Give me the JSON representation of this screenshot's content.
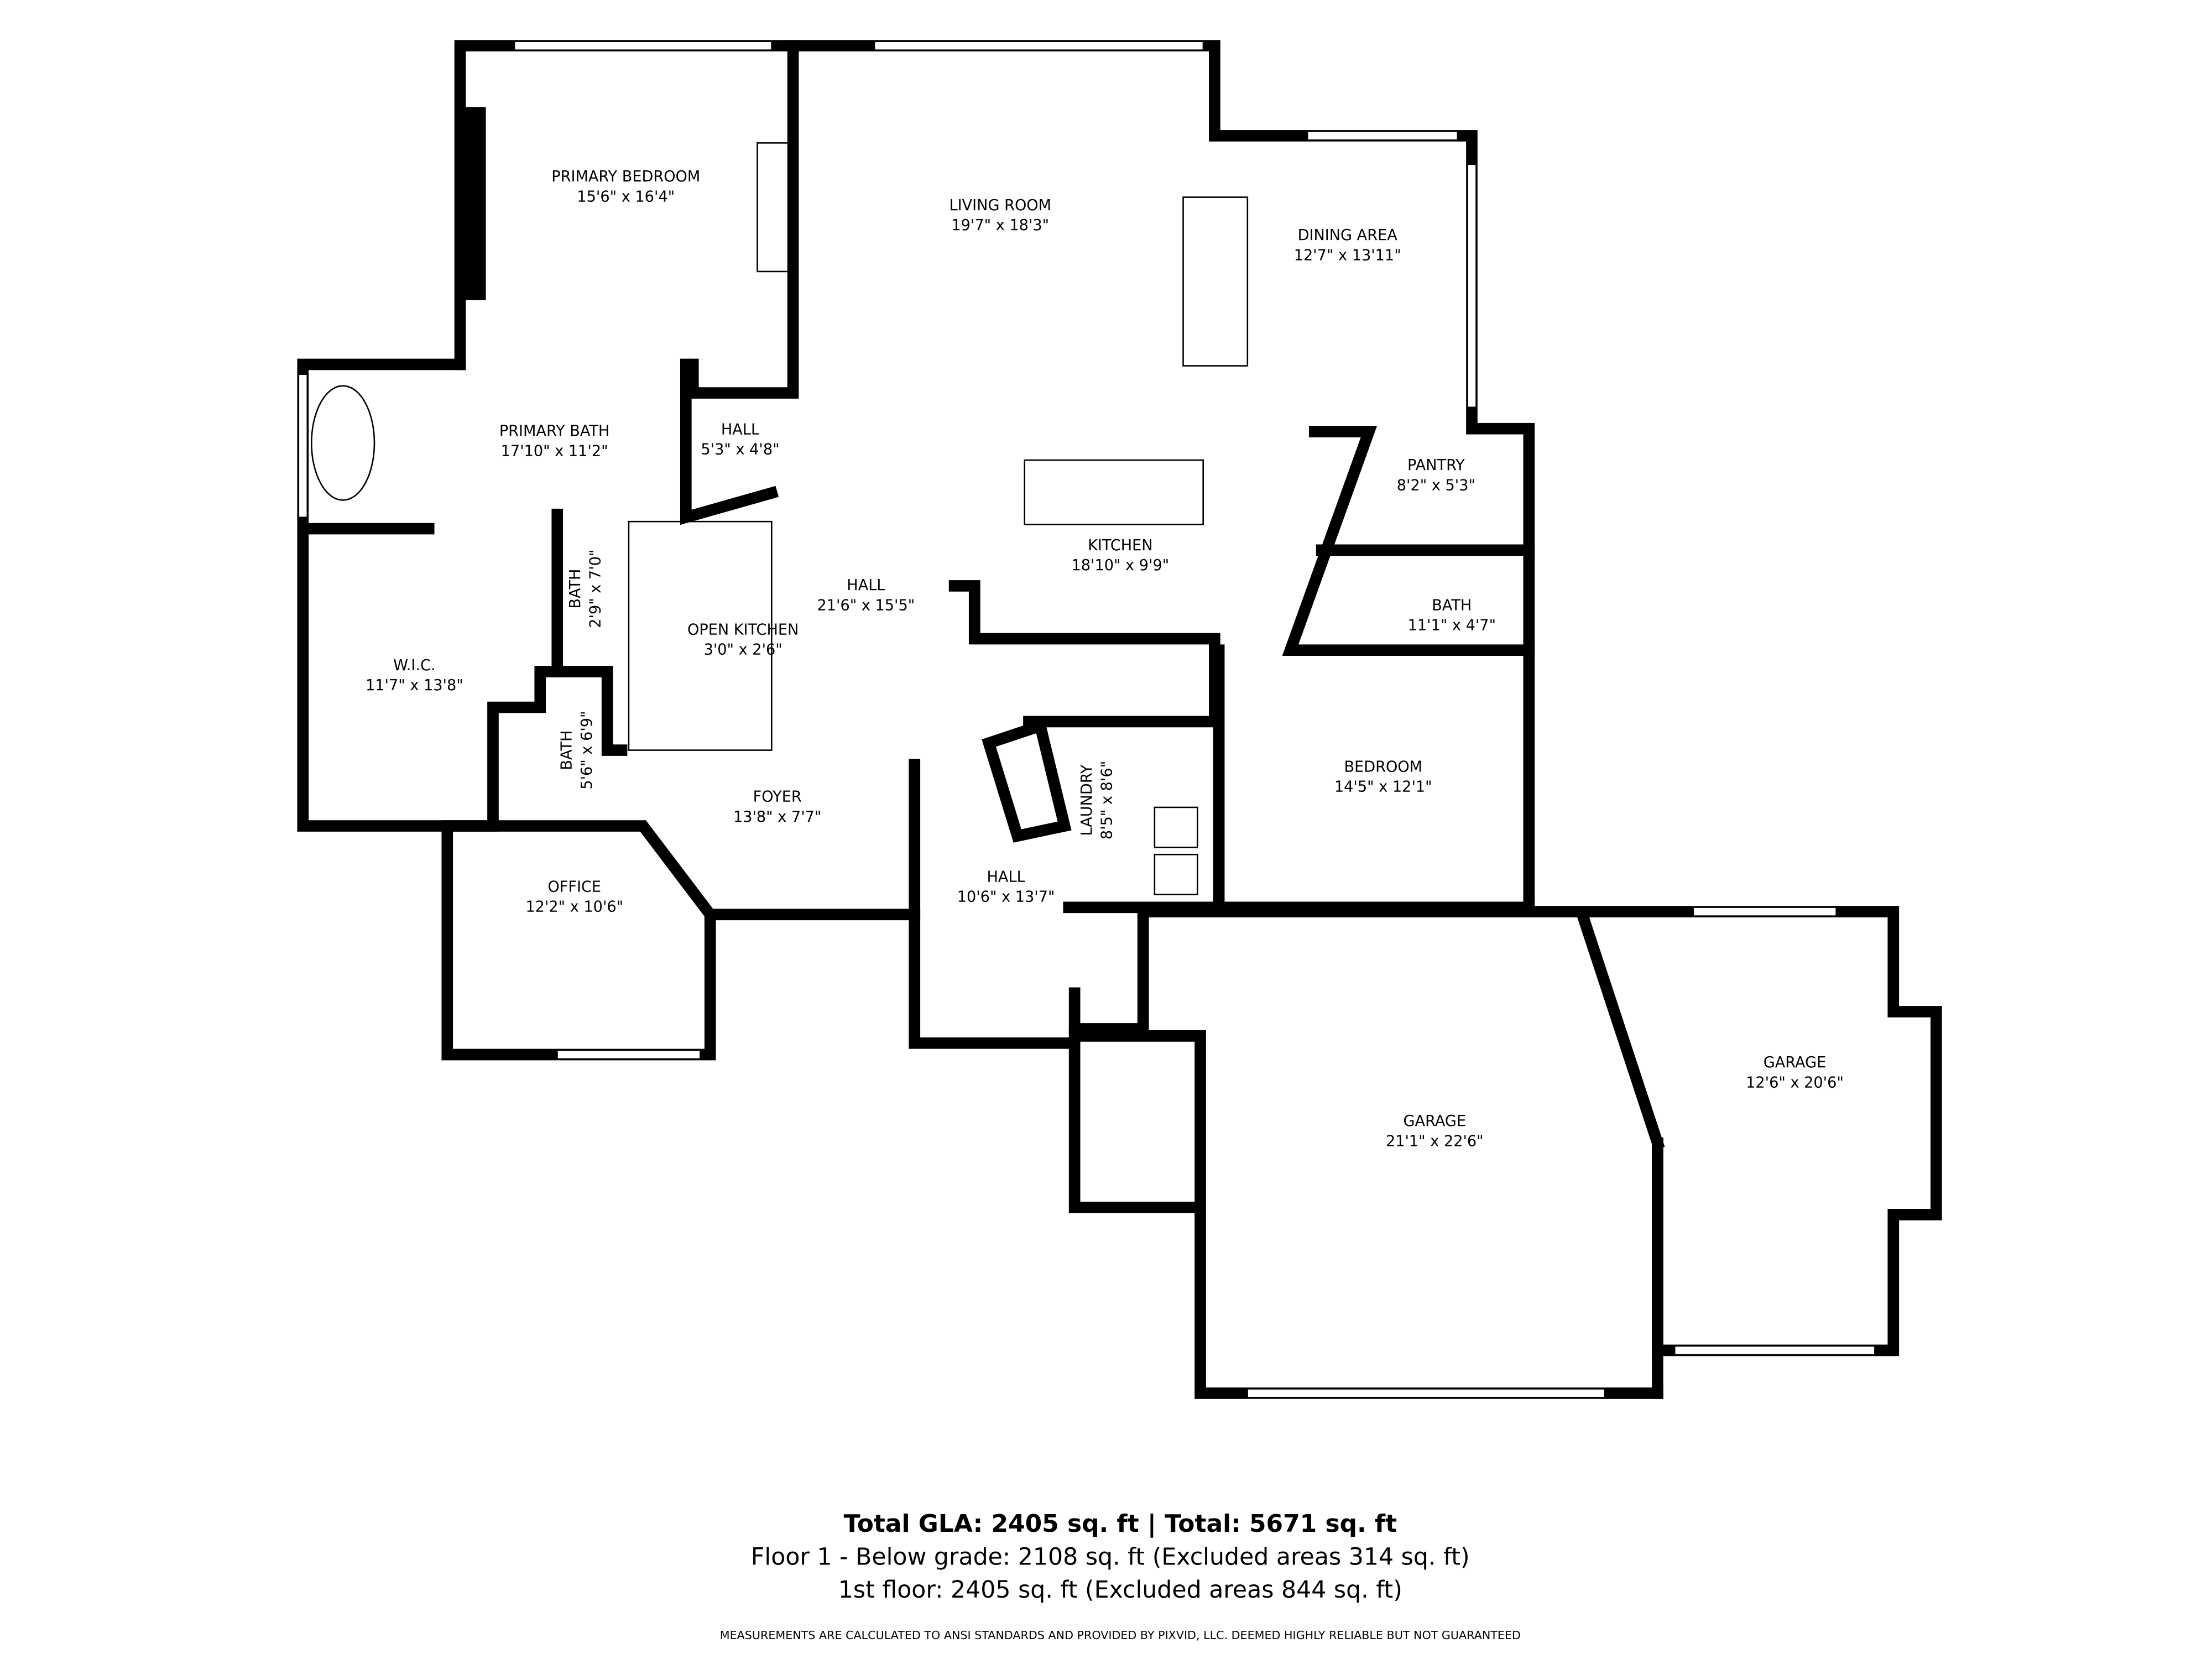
{
  "rooms": [
    {
      "name": "PRIMARY BEDROOM",
      "size": "15'6\" x 16'4\""
    },
    {
      "name": "LIVING ROOM",
      "size": "19'7\" x 18'3\""
    },
    {
      "name": "DINING AREA",
      "size": "12'7\" x 13'11\""
    },
    {
      "name": "PRIMARY BATH",
      "size": "17'10\" x 11'2\""
    },
    {
      "name": "HALL",
      "size": "5'3\" x 4'8\""
    },
    {
      "name": "PANTRY",
      "size": "8'2\" x 5'3\""
    },
    {
      "name": "KITCHEN",
      "size": "18'10\" x 9'9\""
    },
    {
      "name": "BATH",
      "size": "11'1\" x 4'7\""
    },
    {
      "name": "HALL",
      "size": "21'6\" x 15'5\""
    },
    {
      "name": "OPEN KITCHEN",
      "size": "3'0\" x 2'6\""
    },
    {
      "name": "BATH",
      "size": "2'9\" x 7'0\""
    },
    {
      "name": "W.I.C.",
      "size": "11'7\" x 13'8\""
    },
    {
      "name": "BATH",
      "size": "5'6\" x 6'9\""
    },
    {
      "name": "FOYER",
      "size": "13'8\" x 7'7\""
    },
    {
      "name": "LAUNDRY",
      "size": "8'5\" x 8'6\""
    },
    {
      "name": "BEDROOM",
      "size": "14'5\" x 12'1\""
    },
    {
      "name": "OFFICE",
      "size": "12'2\" x 10'6\""
    },
    {
      "name": "HALL",
      "size": "10'6\" x 13'7\""
    },
    {
      "name": "GARAGE",
      "size": "12'6\" x 20'6\""
    },
    {
      "name": "GARAGE",
      "size": "21'1\" x 22'6\""
    }
  ],
  "summary": {
    "total": "Total GLA: 2405 sq. ft | Total: 5671 sq. ft",
    "floor1": "Floor 1 - Below grade: 2108 sq. ft (Excluded areas 314 sq. ft)",
    "floor2": "1st floor: 2405 sq. ft (Excluded areas 844 sq. ft)"
  },
  "disclaimer": "MEASUREMENTS ARE CALCULATED TO ANSI STANDARDS AND PROVIDED BY PIXVID, LLC. DEEMED HIGHLY RELIABLE BUT NOT GUARANTEED",
  "colors": {
    "wall": "#000000",
    "background": "#ffffff"
  }
}
